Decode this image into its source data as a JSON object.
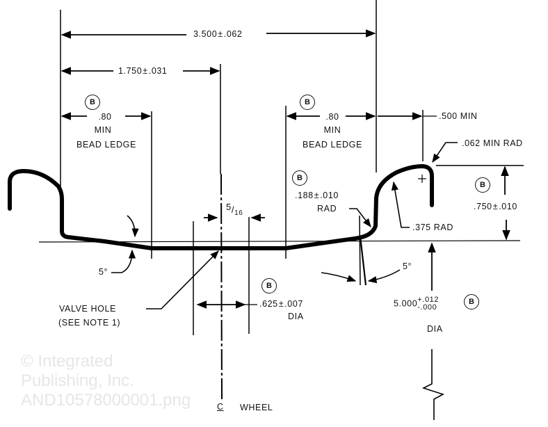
{
  "title": "Wheel rim cross-section drawing",
  "watermark": {
    "line1": "© Integrated",
    "line2": "Publishing, Inc.",
    "line3": "AND10578000001.png"
  },
  "dimensions": {
    "overall_width": [
      "3.500",
      "±",
      ".062"
    ],
    "half_width": [
      "1.750",
      "±",
      ".031"
    ],
    "bead_ledge_left": {
      "value": ".80",
      "min": "MIN",
      "label": "BEAD LEDGE"
    },
    "bead_ledge_right": {
      "value": ".80",
      "min": "MIN",
      "label": "BEAD LEDGE"
    },
    "flange_min": ".500 MIN",
    "flange_tip_rad": ".062 MIN RAD",
    "heel_rad": {
      "value": [
        ".188",
        "±",
        ".010"
      ],
      "label": "RAD"
    },
    "flange_rad": ".375 RAD",
    "flange_height": [
      ".750",
      "±",
      ".010"
    ],
    "valve_spacing": {
      "num": "5",
      "den": "16"
    },
    "valve_hole_dia": {
      "value": [
        ".625",
        "±",
        ".007"
      ],
      "label": "DIA"
    },
    "bead_seat_dia": {
      "value": "5.000",
      "plus": "+.012",
      "minus": "-.000",
      "label": "DIA"
    },
    "angle_left": "5°",
    "angle_right": "5°"
  },
  "callouts": {
    "basic_marker": "B",
    "valve_hole_line1": "VALVE HOLE",
    "valve_hole_line2": "(SEE NOTE 1)",
    "centerline_symbol": "C",
    "centerline_label": "WHEEL"
  }
}
